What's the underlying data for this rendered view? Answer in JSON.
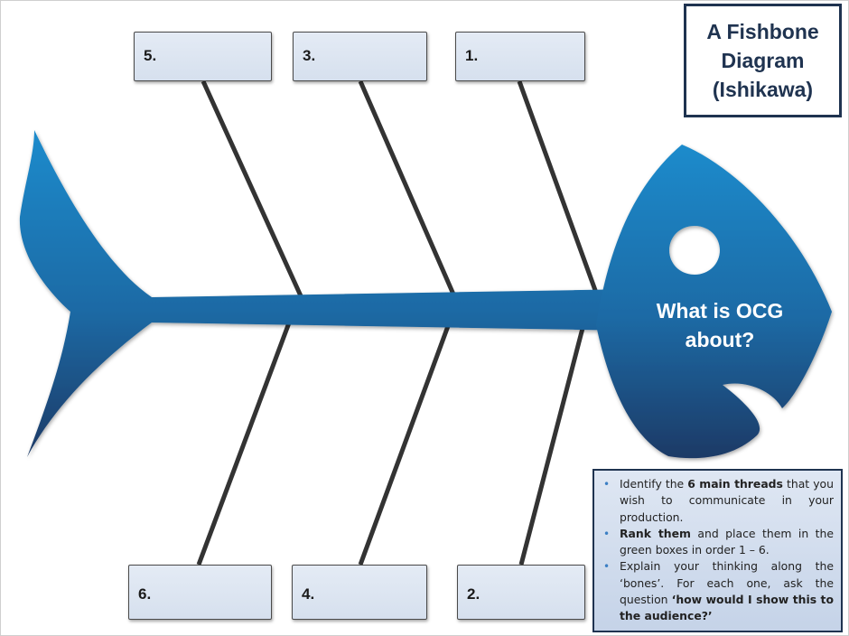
{
  "title": {
    "line1": "A Fishbone",
    "line2": "Diagram",
    "line3": "(Ishikawa)"
  },
  "head_label": {
    "line1": "What is OCG",
    "line2": "about?"
  },
  "boxes": {
    "b1": "1.",
    "b2": "2.",
    "b3": "3.",
    "b4": "4.",
    "b5": "5.",
    "b6": "6."
  },
  "instructions": [
    {
      "pre": "Identify the ",
      "bold": "6 main threads",
      "post": " that you wish to communicate in your production."
    },
    {
      "pre": "",
      "bold": "Rank them",
      "post": " and place them in the green boxes in order 1 – 6."
    },
    {
      "pre": "Explain your thinking along the ‘bones’.  For each one, ask the question ",
      "bold": "‘how would I show this to the audience?’",
      "post": ""
    }
  ],
  "colors": {
    "fish_top": "#1a86c7",
    "fish_bottom": "#1d3a66",
    "bone": "#333333",
    "box_fill": "#dce5f1",
    "title_border": "#1f3350"
  }
}
